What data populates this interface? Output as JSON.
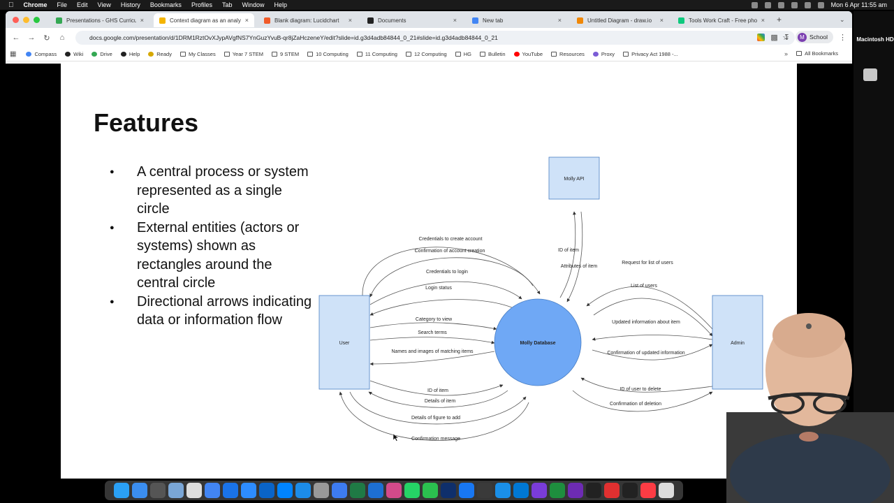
{
  "menubar": {
    "app_name": "Chrome",
    "items": [
      "File",
      "Edit",
      "View",
      "History",
      "Bookmarks",
      "Profiles",
      "Tab",
      "Window",
      "Help"
    ],
    "datetime": "Mon 6 Apr 11:55 am"
  },
  "tabs": [
    {
      "label": "Presentations - GHS Curricul",
      "color": "#34a853",
      "active": false
    },
    {
      "label": "Context diagram as an analyt",
      "color": "#f4b400",
      "active": true
    },
    {
      "label": "Blank diagram: Lucidchart",
      "color": "#f05a28",
      "active": false
    },
    {
      "label": "Documents",
      "color": "#222222",
      "active": false
    },
    {
      "label": "New tab",
      "color": "#4285f4",
      "active": false
    },
    {
      "label": "Untitled Diagram - draw.io",
      "color": "#f08705",
      "active": false
    },
    {
      "label": "Tools Work Craft - Free photo",
      "color": "#0ec97e",
      "active": false
    }
  ],
  "address": {
    "url": "docs.google.com/presentation/d/1DRM1RztOvXJypAVgfNS7YnGuzYvuB-qr8jZaHczeneY/edit?slide=id.g3d4adb84844_0_21#slide=id.g3d4adb84844_0_21"
  },
  "profile": {
    "initial": "M",
    "label": "School"
  },
  "bookmarks": [
    "Compass",
    "Wiki",
    "Drive",
    "Help",
    "Ready",
    "My Classes",
    "Year 7 STEM",
    "9 STEM",
    "10 Computing",
    "11 Computing",
    "12 Computing",
    "HG",
    "Bulletin",
    "YouTube",
    "Resources",
    "Proxy",
    "Privacy Act 1988 -..."
  ],
  "all_bookmarks": "All Bookmarks",
  "slide": {
    "title": "Features",
    "bullets": [
      "A central process or system represented as a single circle",
      "External entities (actors or systems) shown as rectangles around the central circle",
      "Directional arrows indicating data or information flow"
    ]
  },
  "diagram": {
    "central_process": "Molly Database",
    "entities": {
      "user": "User",
      "admin": "Admin",
      "api": "Molly API"
    },
    "flows": {
      "credentials_create": "Credentials to create account",
      "confirm_account": "Confirmation of account creation",
      "credentials_login": "Credentials to login",
      "login_status": "Login status",
      "category_view": "Category to view",
      "search_terms": "Search terms",
      "names_images": "Names and images of matching items",
      "id_item_user": "ID of item",
      "details_item": "Details of item",
      "details_figure": "Details of figure to add",
      "confirm_message": "Confirmation message",
      "id_item_api": "ID of item",
      "attributes_item": "Attributes of item",
      "request_users": "Request for list of users",
      "list_users": "List of users",
      "updated_info": "Updated information about item",
      "confirm_updated": "Confirmation of updated information",
      "id_user_delete": "ID of user to delete",
      "confirm_deletion": "Confirmation of deletion"
    },
    "colors": {
      "circle": "#6fa8f5",
      "box": "#cfe2f8",
      "stroke": "#4a7fc4"
    }
  },
  "desktop": {
    "drive_label": "Macintosh HD"
  }
}
